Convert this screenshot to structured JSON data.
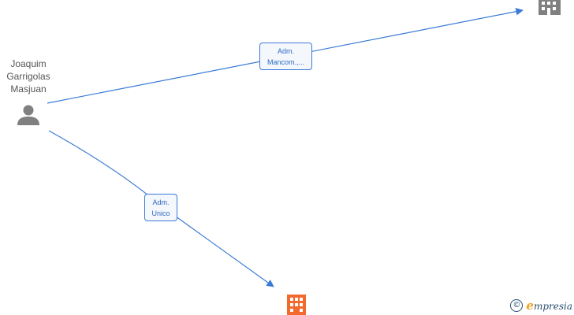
{
  "diagram": {
    "person": {
      "name": "Joaquim\nGarrigolas\nMasjuan",
      "icon": "person-icon"
    },
    "edges": [
      {
        "label": "Adm.\nMancom.,...",
        "target": "company-top-right",
        "color": "#3a7bd5"
      },
      {
        "label": "Adm.\nUnico",
        "target": "company-bottom",
        "color": "#3a7bd5"
      }
    ],
    "companies": [
      {
        "id": "company-top-right",
        "icon": "building-icon",
        "color": "#808080"
      },
      {
        "id": "company-bottom",
        "icon": "building-icon",
        "color": "#f26a2e"
      }
    ]
  },
  "watermark": {
    "copyright_symbol": "©",
    "brand_initial": "e",
    "brand_rest": "mpresia"
  },
  "colors": {
    "edge": "#3a7bd5",
    "person_icon": "#808080",
    "label_border": "#3c7ad8"
  }
}
